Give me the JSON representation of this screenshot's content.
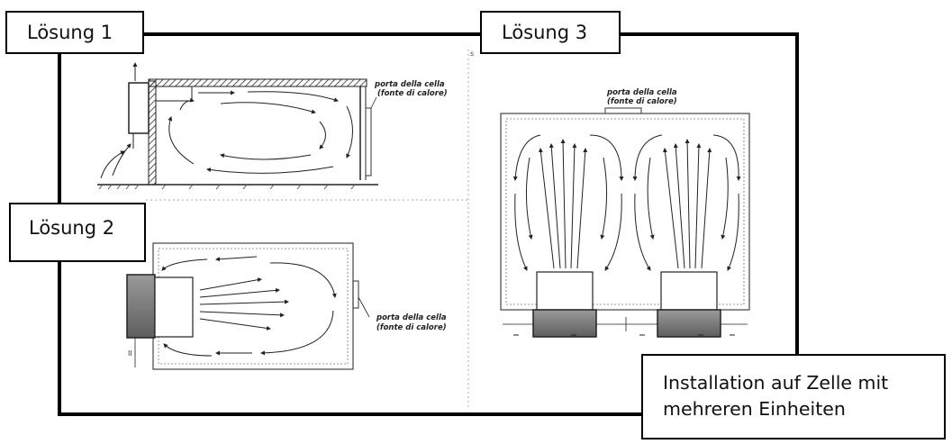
{
  "labels": {
    "solution1": "Lösung 1",
    "solution2": "Lösung 2",
    "solution3": "Lösung 3",
    "caption_line1": "Installation auf Zelle mit",
    "caption_line2": "mehreren Einheiten"
  },
  "annotations": {
    "door_line1": "porta della cella",
    "door_line2": "(fonte di calore)"
  },
  "colors": {
    "frame": "#000000",
    "drawing": "#333333",
    "unit_fill": "#7a7a7a"
  }
}
